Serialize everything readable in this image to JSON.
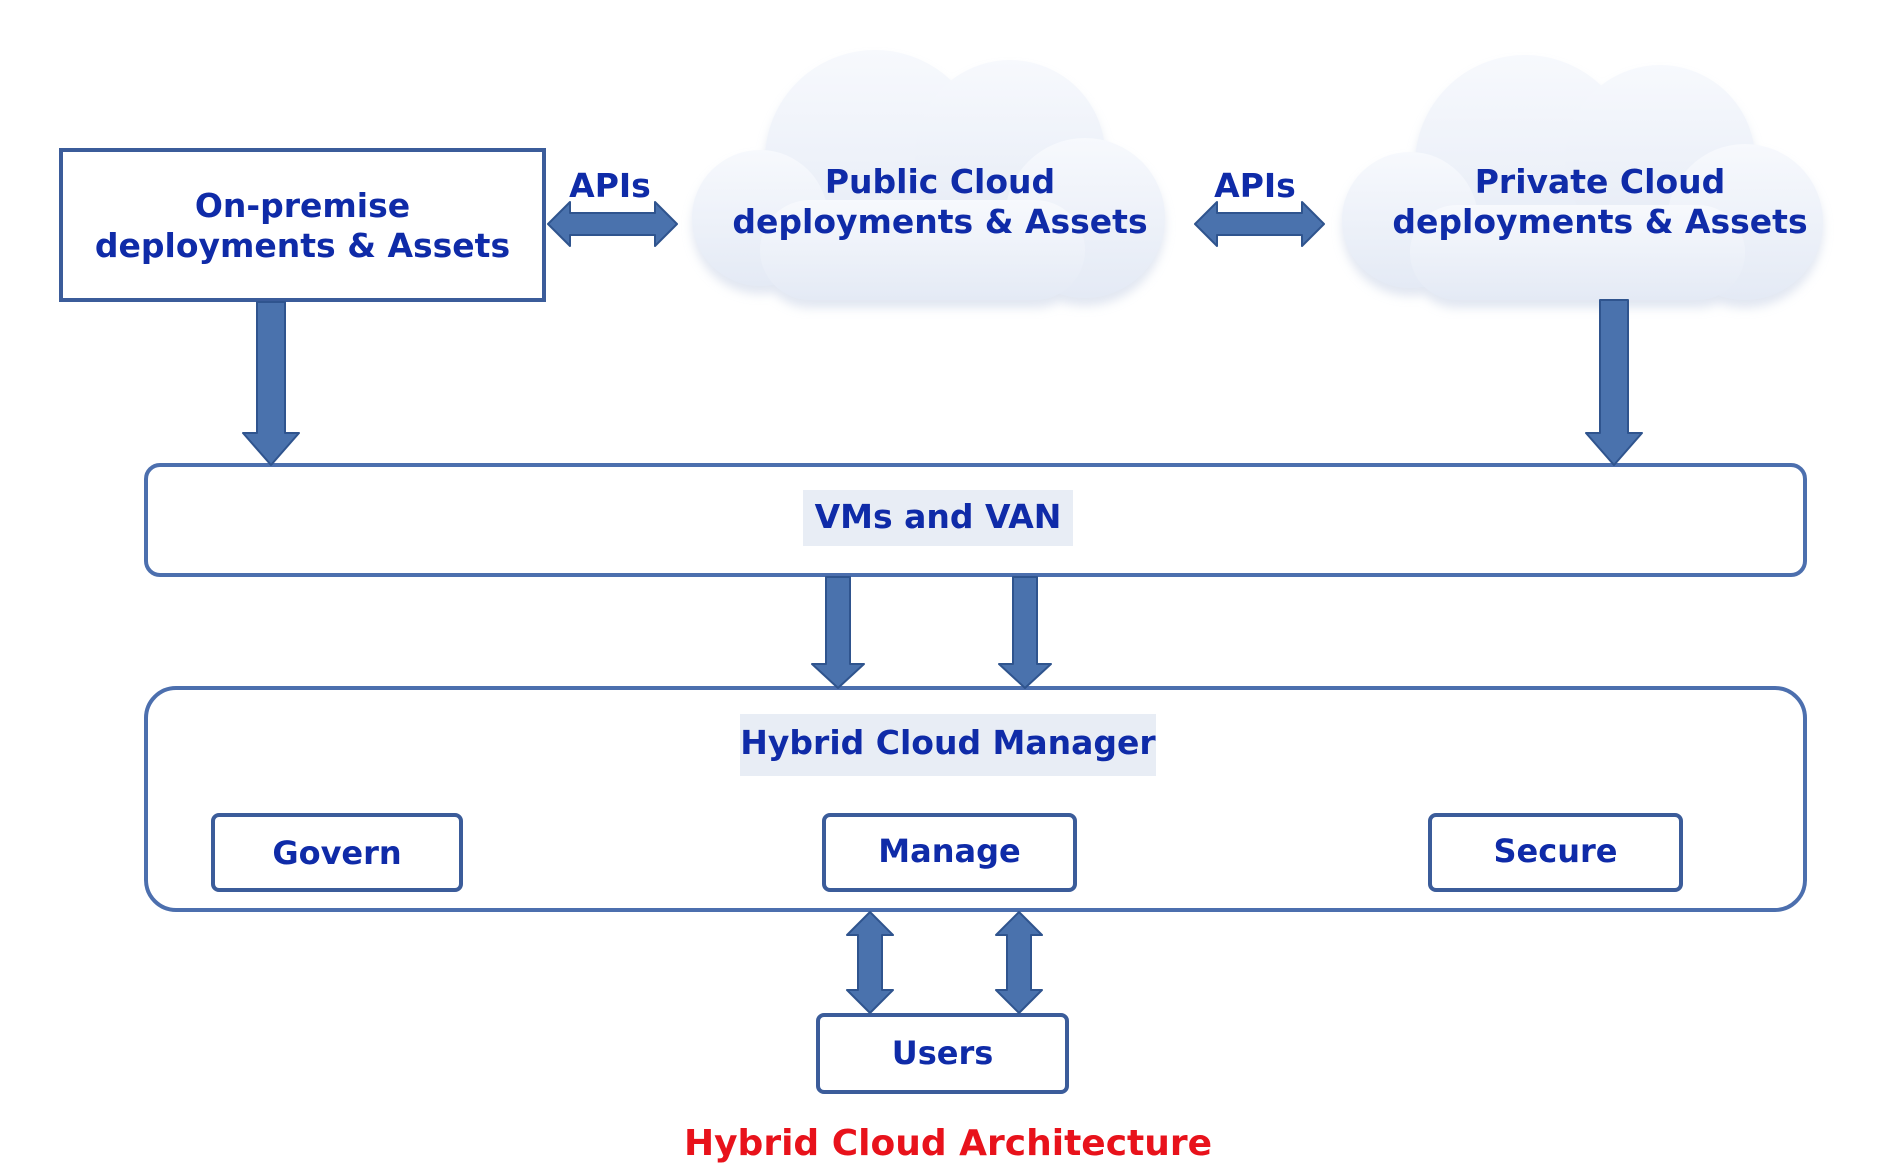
{
  "diagram": {
    "on_premise": {
      "line1": "On-premise",
      "line2": "deployments & Assets"
    },
    "public_cloud": {
      "line1": "Public Cloud",
      "line2": "deployments & Assets"
    },
    "private_cloud": {
      "line1": "Private Cloud",
      "line2": "deployments & Assets"
    },
    "api_left_label": "APIs",
    "api_right_label": "APIs",
    "vms_layer": {
      "label": "VMs and VAN"
    },
    "manager": {
      "label": "Hybrid Cloud Manager",
      "modules": [
        "Govern",
        "Manage",
        "Secure"
      ]
    },
    "users_label": "Users",
    "caption": "Hybrid Cloud Architecture"
  },
  "colors": {
    "text_blue": "#0f2ba8",
    "arrow_blue": "#4a72ad",
    "box_border": "#3b5c9a",
    "label_bg": "#e8edf5",
    "cloud_fill": "#eef2f9",
    "caption_red": "#e8121b"
  }
}
